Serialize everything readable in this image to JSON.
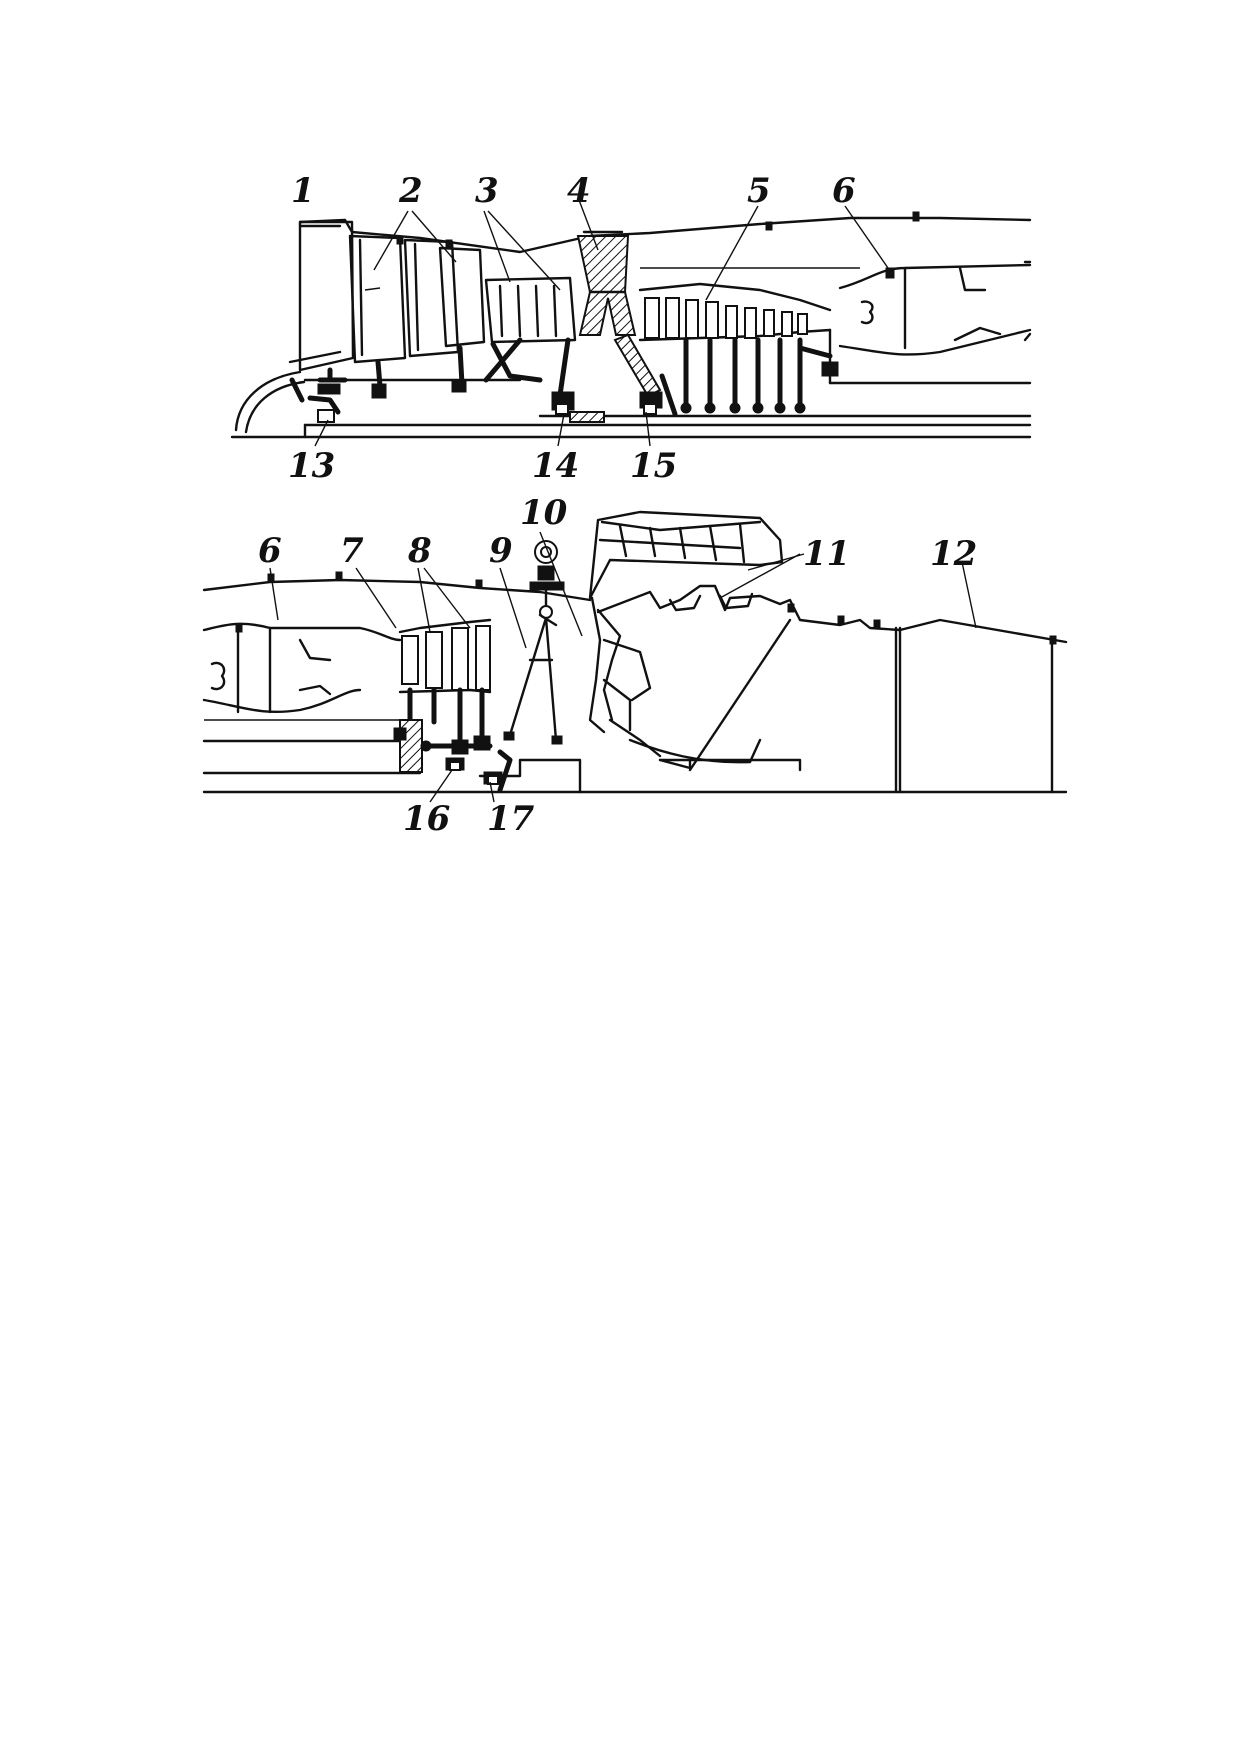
{
  "upper_section": {
    "labels": [
      {
        "id": "1",
        "text": "1"
      },
      {
        "id": "2",
        "text": "2"
      },
      {
        "id": "3",
        "text": "3"
      },
      {
        "id": "4",
        "text": "4"
      },
      {
        "id": "5",
        "text": "5"
      },
      {
        "id": "6",
        "text": "6"
      },
      {
        "id": "13",
        "text": "13"
      },
      {
        "id": "14",
        "text": "14"
      },
      {
        "id": "15",
        "text": "15"
      }
    ]
  },
  "lower_section": {
    "labels": [
      {
        "id": "6",
        "text": "6"
      },
      {
        "id": "7",
        "text": "7"
      },
      {
        "id": "8",
        "text": "8"
      },
      {
        "id": "9",
        "text": "9"
      },
      {
        "id": "10",
        "text": "10"
      },
      {
        "id": "11",
        "text": "11"
      },
      {
        "id": "12",
        "text": "12"
      },
      {
        "id": "16",
        "text": "16"
      },
      {
        "id": "17",
        "text": "17"
      }
    ]
  },
  "colors": {
    "ink": "#111111",
    "paper": "#ffffff"
  }
}
